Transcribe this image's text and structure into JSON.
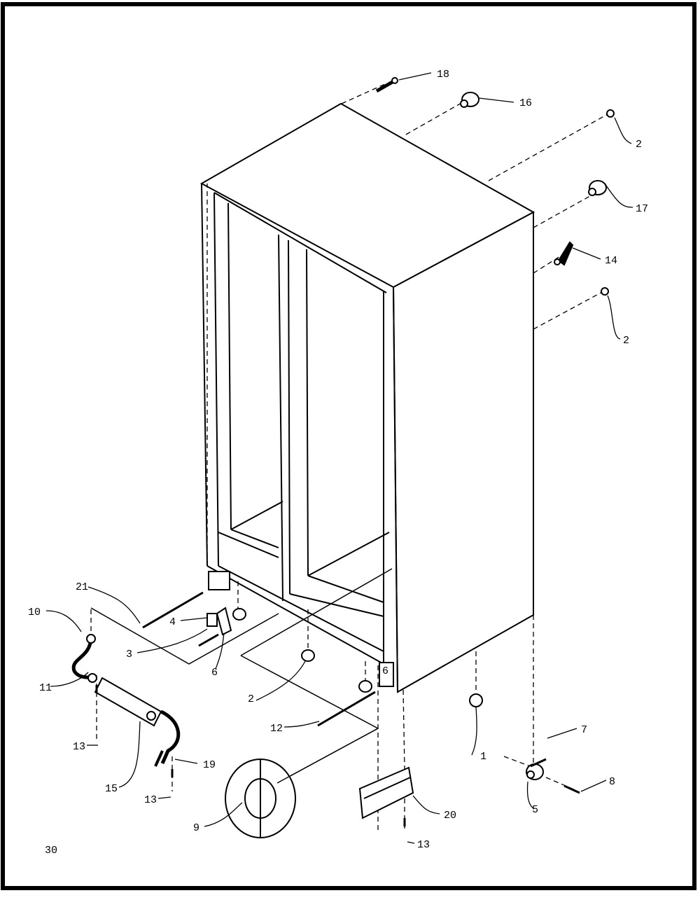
{
  "page_number": "30",
  "callouts": {
    "c18": "18",
    "c16": "16",
    "c2_top": "2",
    "c17": "17",
    "c14": "14",
    "c2_mid": "2",
    "c21": "21",
    "c10": "10",
    "c4": "4",
    "c3": "3",
    "c6_left": "6",
    "c2_bottom": "2",
    "c11": "11",
    "c12": "12",
    "c13_a": "13",
    "c15": "15",
    "c19": "19",
    "c13_b": "13",
    "c1": "1",
    "c7": "7",
    "c8": "8",
    "c5": "5",
    "c9": "9",
    "c20": "20",
    "c13_c": "13",
    "c6_right": "6"
  }
}
